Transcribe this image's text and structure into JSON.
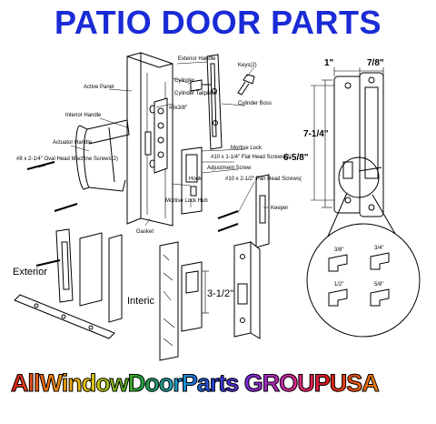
{
  "title": "PATIO DOOR PARTS",
  "footer": "AllWindowDoorParts GROUPUSA",
  "exploded_labels": {
    "exterior_handle": "Exterior Handle",
    "keys": "Keys(2)",
    "active_panel": "Active Panel",
    "cylinder": "Cylinder",
    "cylinder_tailpiece": "Cylinder Tailpiece",
    "interior_handle": "Interior Handle",
    "screw_8x3_8": "#8x3/8\"",
    "cylinder_boss": "Cylinder Boss",
    "actuator_handle": "Actuator Handle",
    "mortise_lock": "Mortise Lock",
    "flat_head_screws": "#10 x 1-1/4\" Flat Head Screws(2)",
    "oval_head_screws": "#8 x 2-1/4\" Oval Head Machine Screws(2)",
    "adjustment_screw": "Adjustment Screw",
    "hook": "Hook",
    "pan_head_screws": "#10 x 2-1/2\" Pan Head Screws(",
    "mortise_lock_hub": "Mortise Lock Hub",
    "keeper": "Keeper",
    "gasket": "Gasket"
  },
  "dimensions": {
    "width_1": "1\"",
    "width_7_8": "7/8\"",
    "height_7_1_4": "7-1/4\"",
    "height_6_5_8": "6-5/8\""
  },
  "hook_offsets": [
    "3/8\"",
    "3/4\"",
    "1/2\"",
    "5/8\""
  ],
  "bottom_labels": {
    "exterior": "Exterior",
    "interior": "Interic",
    "spacing": "3-1/2\""
  }
}
